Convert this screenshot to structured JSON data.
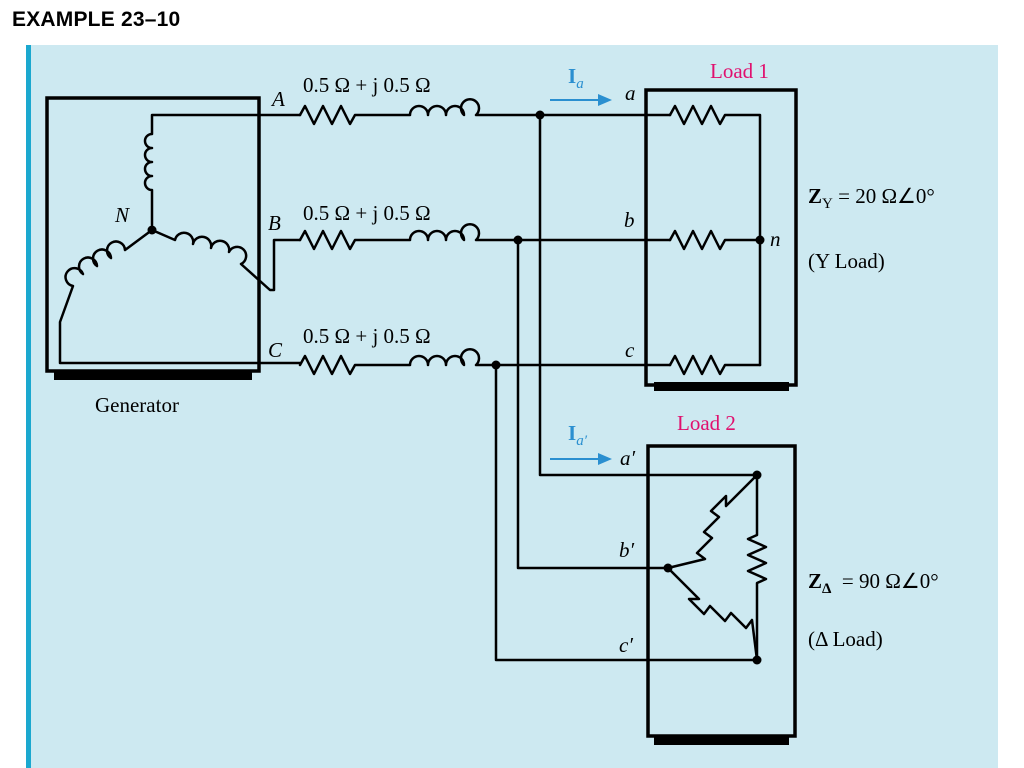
{
  "heading": "EXAMPLE 23–10",
  "generator": {
    "label": "Generator",
    "neutral": "N"
  },
  "lines": [
    {
      "node": "A",
      "impedance": "0.5 Ω + j 0.5 Ω"
    },
    {
      "node": "B",
      "impedance": "0.5 Ω + j 0.5 Ω"
    },
    {
      "node": "C",
      "impedance": "0.5 Ω + j 0.5 Ω"
    }
  ],
  "load1": {
    "title": "Load 1",
    "current": {
      "symbol": "I",
      "sub": "a"
    },
    "terminals": [
      "a",
      "b",
      "c"
    ],
    "neutral": "n",
    "impedance": {
      "symbol": "Z",
      "sub": "Y",
      "value": " = 20 Ω∠0°"
    },
    "type": "(Y Load)"
  },
  "load2": {
    "title": "Load 2",
    "current": {
      "symbol": "I",
      "sub": "a′"
    },
    "terminals": [
      "a′",
      "b′",
      "c′"
    ],
    "impedance": {
      "symbol": "Z",
      "sub": "Δ",
      "value": "  = 90 Ω∠0°"
    },
    "type": "(Δ Load)"
  },
  "colors": {
    "panel": "#cde9f1",
    "accent_bar": "#1ba8cf",
    "current_label": "#2a8fd0",
    "load_title": "#e0106e"
  }
}
